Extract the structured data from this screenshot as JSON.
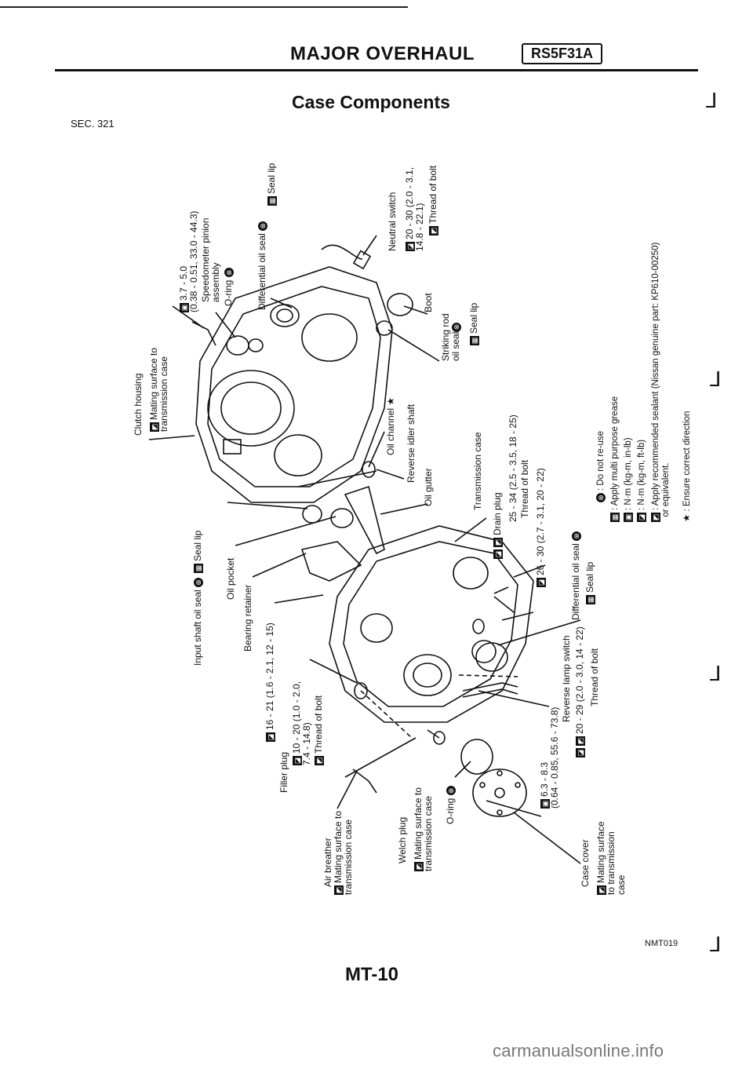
{
  "header": {
    "title": "MAJOR OVERHAUL",
    "code": "RS5F31A"
  },
  "section": {
    "title": "Case Components",
    "number": "SEC. 321"
  },
  "labels": {
    "seal_lip_top": "Seal lip",
    "diff_oil_seal_top": "Differential oil seal",
    "torque_speedo": "3.7 - 5.0\n(0.38 - 0.51, 33.0 - 44.3)",
    "speedo_pinion": "Speedometer pinion\nassembly",
    "o_ring_top": "O-ring",
    "neutral_switch": "Neutral switch",
    "torque_neutral": "20 - 30 (2.0 - 3.1,\n14.8 - 22.1)",
    "thread_bolt_neutral": "Thread of bolt",
    "boot": "Boot",
    "striking_rod": "Striking rod\noil seal",
    "seal_lip_striking": "Seal lip",
    "clutch_housing": "Clutch housing",
    "mating_clutch": "Mating surface to\ntransmission case",
    "oil_channel": "Oil channel ★",
    "reverse_idler": "Reverse idler shaft",
    "oil_gutter": "Oil gutter",
    "transmission_case": "Transmission case",
    "drain_plug": "Drain plug",
    "torque_drain": "25 - 34 (2.5 - 3.5, 18 - 25)",
    "thread_bolt_drain": "Thread of bolt",
    "torque_case_bolt": "26 - 30 (2.7 - 3.1, 20 - 22)",
    "diff_oil_seal_bottom": "Differential oil seal",
    "seal_lip_diff": "Seal lip",
    "input_shaft_seal": "Input shaft oil seal",
    "seal_lip_input": "Seal lip",
    "oil_pocket": "Oil pocket",
    "bearing_retainer": "Bearing retainer",
    "torque_retainer": "16 - 21 (1.6 - 2.1, 12 - 15)",
    "filler_plug": "Filler plug",
    "torque_filler": "10 - 20 (1.0 - 2.0,\n7.4 - 14.8)",
    "thread_bolt_filler": "Thread of bolt",
    "torque_reverse": "6.3 - 8.3\n(0.64 - 0.85, 55.6 - 73.8)",
    "reverse_lamp": "Reverse lamp switch",
    "torque_reverse_lamp": "20 - 29 (2.0 - 3.0, 14 - 22)",
    "thread_bolt_reverse": "Thread of bolt",
    "air_breather": "Air breather",
    "mating_air": "Mating surface to\ntransmission case",
    "welch_plug": "Welch plug",
    "mating_welch": "Mating surface to\ntransmission case",
    "o_ring_bottom": "O-ring",
    "case_cover": "Case cover",
    "mating_cover": "Mating surface\nto transmission\ncase"
  },
  "legend": [
    {
      "symbol": "⊗",
      "text": ": Do not re-use"
    },
    {
      "symbol": "▦",
      "text": ": Apply multi purpose grease"
    },
    {
      "symbol": "▣",
      "text": ": N·m (kg-m, in-lb)"
    },
    {
      "symbol": "◪",
      "text": ": N·m (kg-m, ft-lb)"
    },
    {
      "symbol": "◩",
      "text": ": Apply recommended sealant (Nissan genuine part: KP610-00250)\n  or equivalent."
    },
    {
      "symbol": "",
      "text": "★ : Ensure correct direction"
    }
  ],
  "footer": {
    "figure_id": "NMT019",
    "page": "MT-10",
    "watermark": "carmanualsonline.info"
  }
}
